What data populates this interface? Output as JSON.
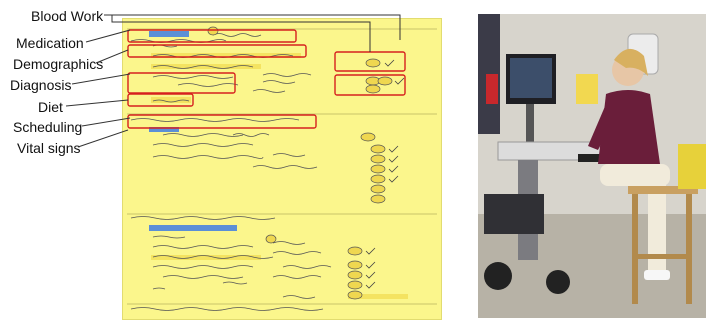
{
  "labels": [
    {
      "id": "blood-work",
      "text": "Blood Work"
    },
    {
      "id": "medication",
      "text": "Medication"
    },
    {
      "id": "demographics",
      "text": "Demographics"
    },
    {
      "id": "diagnosis",
      "text": "Diagnosis"
    },
    {
      "id": "diet",
      "text": "Diet"
    },
    {
      "id": "scheduling",
      "text": "Scheduling"
    },
    {
      "id": "vital-signs",
      "text": "Vital signs"
    }
  ],
  "colors": {
    "sheet": "#fbf68c",
    "highlight_box": "#d6201e",
    "redacted_bar": "#5b8fd6",
    "leader_line": "#333333"
  }
}
